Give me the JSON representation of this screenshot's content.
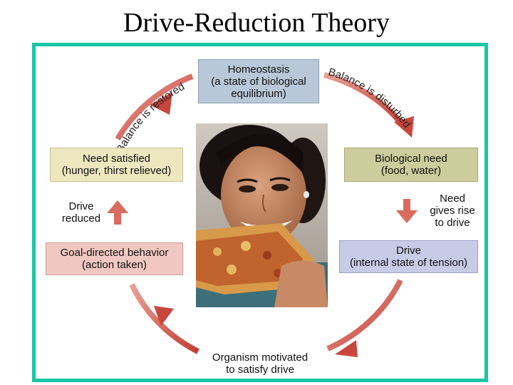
{
  "title": "Drive-Reduction Theory",
  "boxes": {
    "homeostasis": [
      "Homeostasis",
      "(a state of biological",
      "equilibrium)"
    ],
    "biological_need": [
      "Biological need",
      "(food, water)"
    ],
    "drive": [
      "Drive",
      "(internal state of tension)"
    ],
    "goal_directed": [
      "Goal-directed behavior",
      "(action taken)"
    ],
    "need_satisfied": [
      "Need satisfied",
      "(hunger, thirst relieved)"
    ]
  },
  "labels": {
    "need_gives_rise": [
      "Need",
      "gives rise",
      "to drive"
    ],
    "drive_reduced": [
      "Drive",
      "reduced"
    ],
    "organism_motivated": [
      "Organism motivated",
      "to satisfy drive"
    ],
    "balance_restored": "Balance is restored",
    "balance_disturbed": "Balance is disturbed"
  },
  "colors": {
    "frame": "#18c6a4",
    "cycle_arrow": "#c9463c",
    "homeostasis_box": "#b8c8d9",
    "biological_need_box": "#cdcc9c",
    "drive_box": "#c8cbe6",
    "goal_box": "#f1c8c1",
    "need_satisfied_box": "#ede7bf"
  },
  "image": {
    "subject": "woman-eating-pizza"
  }
}
